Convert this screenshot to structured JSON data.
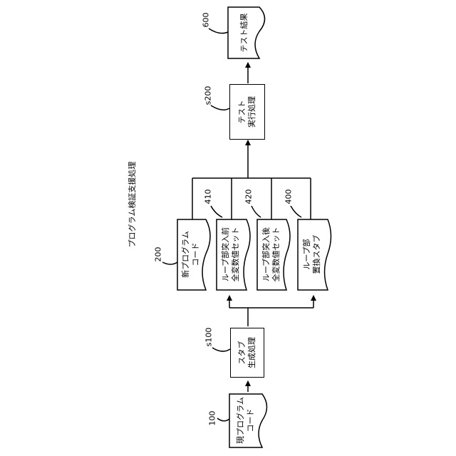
{
  "title": "プログラム検証支援処理",
  "nodes": {
    "current_code": {
      "ref": "100",
      "label": "現プログラム\nコード"
    },
    "stub_gen": {
      "ref": "s100",
      "label": "スタブ\n生成処理"
    },
    "new_code": {
      "ref": "200",
      "label": "新プログラム\nコード"
    },
    "pre_vars": {
      "ref": "410",
      "label": "ループ部突入前\n全変数値セット"
    },
    "post_vars": {
      "ref": "420",
      "label": "ループ部突入後\n全変数値セット"
    },
    "loop_stub": {
      "ref": "400",
      "label": "ループ部\n置換スタブ"
    },
    "test_exec": {
      "ref": "s200",
      "label": "テスト\n実行処理"
    },
    "test_result": {
      "ref": "600",
      "label": "テスト結果"
    }
  }
}
